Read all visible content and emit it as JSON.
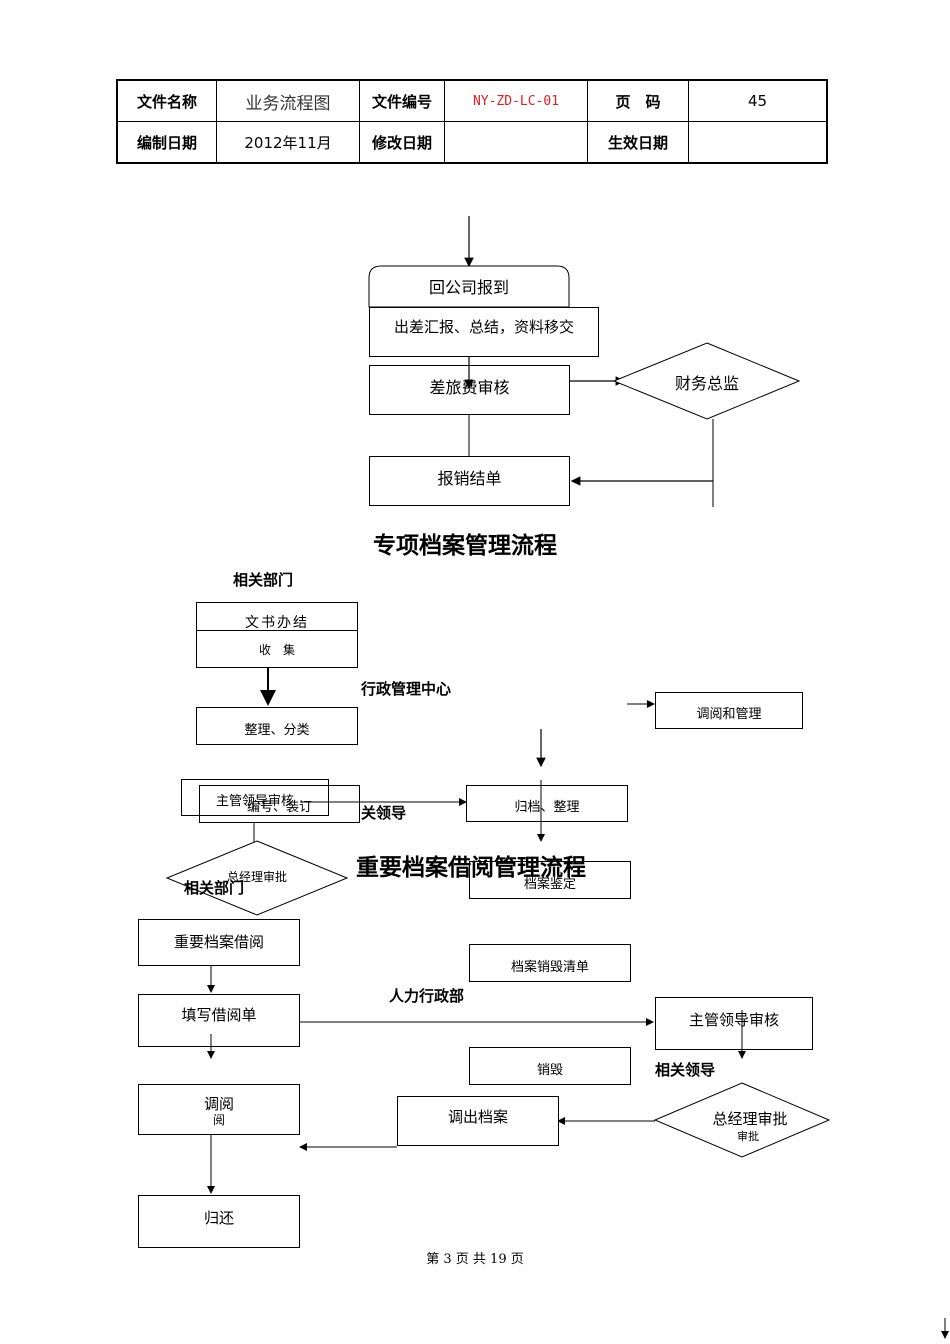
{
  "header": {
    "file_name_label": "文件名称",
    "file_name_value": "业务流程图",
    "file_no_label": "文件编号",
    "file_no_value": "NY-ZD-LC-01",
    "page_label": "页　码",
    "page_value": "45",
    "edit_date_label": "编制日期",
    "edit_date_value": "2012年11月",
    "modify_date_label": "修改日期",
    "modify_date_value": "",
    "effective_date_label": "生效日期",
    "effective_date_value": ""
  },
  "flow1": {
    "return_company": "回公司报到",
    "trip_report": "出差汇报、总结，资料移交",
    "expense_review": "差旅费审核",
    "finance_director": "财务总监",
    "reimburse": "报销结单"
  },
  "section2": {
    "title": "专项档案管理流程",
    "dept_label": "相关部门",
    "doc_done": "文书办结",
    "collect": "收　集",
    "admin_center": "行政管理中心",
    "sort_classify": "整理、分类",
    "consult_manage": "调阅和管理",
    "supervisor_review": "主管领导审核",
    "number_bind": "编号、装订",
    "leader_label": "关领导",
    "archive_sort": "归档、整理",
    "gm_approve": "总经理审批",
    "appraisal": "档案鉴定",
    "destroy_list": "档案销毁清单",
    "destroy": "销毁"
  },
  "section3": {
    "title": "重要档案借阅管理流程",
    "dept_label": "相关部门",
    "important_borrow": "重要档案借阅",
    "fill_form": "填写借阅单",
    "hr_admin": "人力行政部",
    "supervisor_review": "主管领导审核",
    "leader_label": "相关领导",
    "consult": "调阅",
    "consult_sub": "阅",
    "retrieve": "调出档案",
    "gm_approve": "总经理审批",
    "gm_sub": "审批",
    "return": "归还"
  },
  "footer": {
    "page_info": "第 3 页 共 19 页"
  }
}
